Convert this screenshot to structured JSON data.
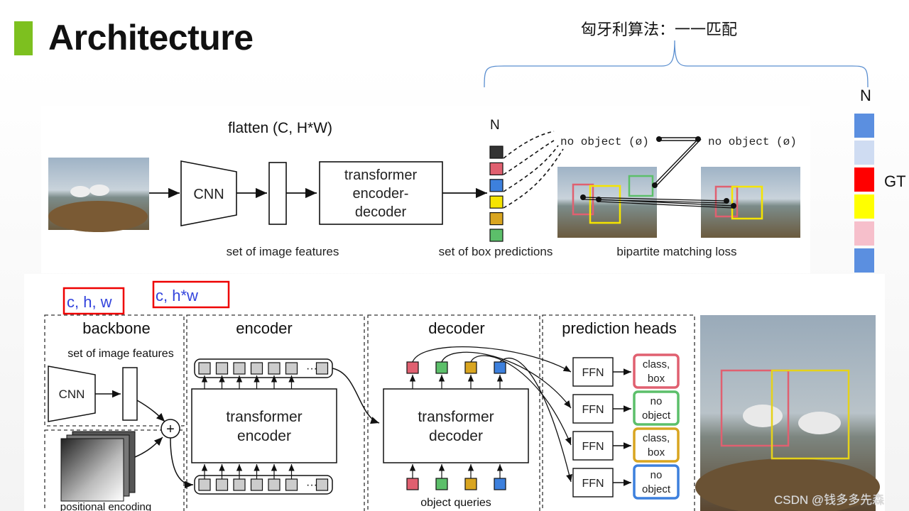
{
  "slide": {
    "title": "Architecture",
    "hungarian_note": "匈牙利算法：一一匹配",
    "gt_n_label": "N",
    "gt_label": "GT",
    "gt_colors": [
      "#5b8fe0",
      "#cfdcf2",
      "#ff0000",
      "#ffff00",
      "#f6bfcb",
      "#5b8fe0"
    ],
    "watermark": "CSDN @钱多多先森"
  },
  "top_diagram": {
    "flatten_label": "flatten (C, H*W)",
    "cnn_label": "CNN",
    "transformer_label_lines": [
      "transformer",
      "encoder-",
      "decoder"
    ],
    "features_caption": "set of image features",
    "n_label": "N",
    "pred_colors": [
      "#333333",
      "#e06070",
      "#3d80dd",
      "#f5e400",
      "#d9a520",
      "#5cbf6a"
    ],
    "no_object_left": "no object (ø)",
    "no_object_right": "no object (ø)",
    "box_pred_caption": "set of box predictions",
    "matching_caption": "bipartite matching loss"
  },
  "bottom_diagram": {
    "annot_left": "c, h, w",
    "annot_right": "c, h*w",
    "backbone_title": "backbone",
    "backbone_sub": "set of image features",
    "cnn_label": "CNN",
    "plus_symbol": "+",
    "pos_enc_caption": "positional encoding",
    "encoder_title": "encoder",
    "encoder_box_lines": [
      "transformer",
      "encoder"
    ],
    "ellipsis": "···",
    "decoder_title": "decoder",
    "decoder_box_lines": [
      "transformer",
      "decoder"
    ],
    "query_colors": [
      "#e06070",
      "#5cbf6a",
      "#d9a520",
      "#3d80dd"
    ],
    "queries_caption": "object queries",
    "heads_title": "prediction heads",
    "ffn_label": "FFN",
    "heads": [
      {
        "line1": "class,",
        "line2": "box",
        "color": "#e06070"
      },
      {
        "line1": "no",
        "line2": "object",
        "color": "#5cbf6a"
      },
      {
        "line1": "class,",
        "line2": "box",
        "color": "#d9a520"
      },
      {
        "line1": "no",
        "line2": "object",
        "color": "#3d80dd"
      }
    ]
  }
}
